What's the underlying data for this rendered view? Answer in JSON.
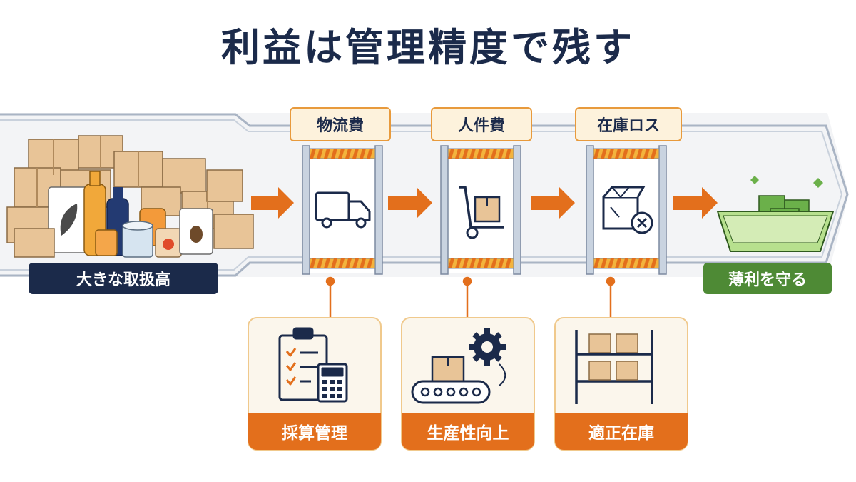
{
  "title": "利益は管理精度で残す",
  "start_label": "大きな取扱高",
  "end_label": "薄利を守る",
  "cost_gates": [
    {
      "label": "物流費",
      "icon": "truck-icon"
    },
    {
      "label": "人件費",
      "icon": "hand-truck-icon"
    },
    {
      "label": "在庫ロス",
      "icon": "damaged-box-icon"
    }
  ],
  "measures": [
    {
      "label": "採算管理",
      "icon": "clipboard-calculator-icon"
    },
    {
      "label": "生産性向上",
      "icon": "conveyor-gear-icon"
    },
    {
      "label": "適正在庫",
      "icon": "storage-shelf-icon"
    }
  ],
  "colors": {
    "navy": "#1b2a4a",
    "orange": "#e36f1c",
    "green": "#4e8a35",
    "cream": "#fdf2dc"
  }
}
